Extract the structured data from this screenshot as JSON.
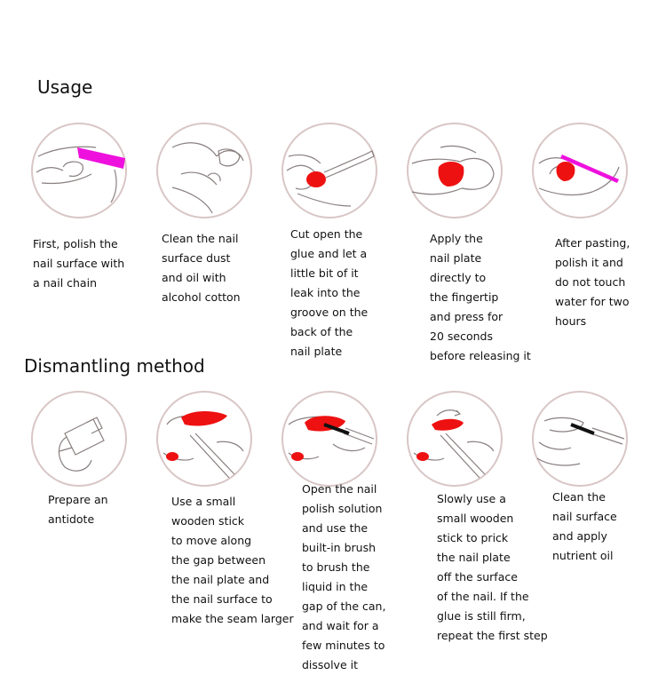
{
  "usage": {
    "heading": "Usage",
    "steps": [
      {
        "icon": "polish-nail-icon",
        "text": "First, polish the\nnail surface with\na nail chain"
      },
      {
        "icon": "clean-nail-icon",
        "text": "Clean the nail\nsurface dust\nand oil with\nalcohol cotton"
      },
      {
        "icon": "glue-nail-icon",
        "text": "Cut open the\nglue and let a\nlittle bit of it\nleak into the\ngroove on the\nback of the\nnail plate"
      },
      {
        "icon": "press-nail-icon",
        "text": "Apply the\nnail plate\ndirectly to\nthe fingertip\nand press for\n20 seconds\nbefore releasing it"
      },
      {
        "icon": "wait-nail-icon",
        "text": "After pasting,\npolish it and\ndo not touch\nwater for two\n hours"
      }
    ]
  },
  "dismantling": {
    "heading": "Dismantling method",
    "steps": [
      {
        "icon": "antidote-bottle-icon",
        "text": "Prepare an\nantidote"
      },
      {
        "icon": "wooden-stick-icon",
        "text": "Use a small\nwooden stick\nto move along\nthe gap between\nthe nail plate and\nthe nail surface to\nmake the seam larger"
      },
      {
        "icon": "brush-solution-icon",
        "text": "Open the nail\npolish solution\nand use the\nbuilt-in brush\nto brush the\nliquid in the\ngap of the can,\nand wait for a\nfew minutes to\ndissolve it"
      },
      {
        "icon": "pry-nail-icon",
        "text": "Slowly use a\nsmall wooden\nstick to prick\nthe nail plate\noff the surface\nof the nail. If the\nglue is still firm,\nrepeat the first step"
      },
      {
        "icon": "nutrient-oil-icon",
        "text": "Clean the\nnail surface\nand apply\nnutrient oil"
      }
    ]
  },
  "colors": {
    "circle_stroke": "#d9c6c6",
    "line_art": "#8a7f7f",
    "nail_red": "#ee1111",
    "polish_magenta": "#ee11dd",
    "brush_black": "#111111"
  }
}
